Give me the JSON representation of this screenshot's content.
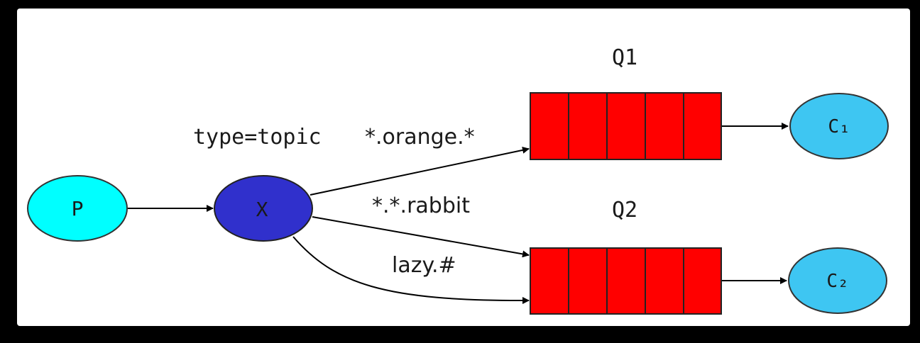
{
  "colors": {
    "producer": "#00ffff",
    "exchange": "#3030cc",
    "queue": "#ff0000",
    "consumer": "#3ec6f2",
    "edge": "#000000"
  },
  "producer": {
    "label": "P"
  },
  "exchange": {
    "label": "X",
    "type_label": "type=topic"
  },
  "queues": [
    {
      "name": "Q1",
      "cells": 5
    },
    {
      "name": "Q2",
      "cells": 5
    }
  ],
  "consumers": [
    {
      "label": "C₁"
    },
    {
      "label": "C₂"
    }
  ],
  "bindings": [
    {
      "key": "*.orange.*",
      "to": "Q1"
    },
    {
      "key": "*.*.rabbit",
      "to": "Q2"
    },
    {
      "key": "lazy.#",
      "to": "Q2"
    }
  ]
}
